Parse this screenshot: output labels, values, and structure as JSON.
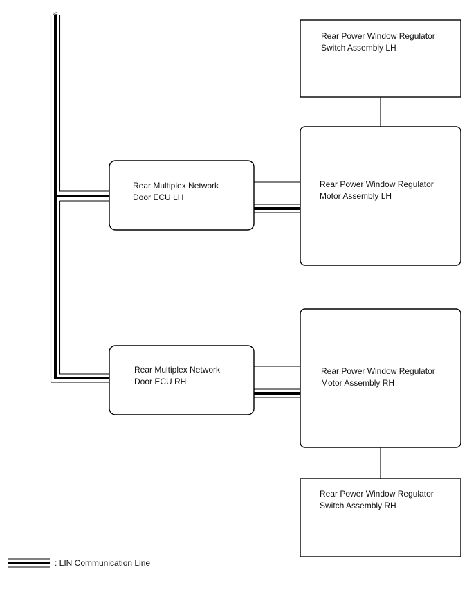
{
  "components": {
    "switch_lh": {
      "line1": "Rear Power Window Regulator",
      "line2": "Switch Assembly LH"
    },
    "motor_lh": {
      "line1": "Rear Power Window Regulator",
      "line2": "Motor Assembly LH"
    },
    "ecu_lh": {
      "line1": "Rear Multiplex Network",
      "line2": "Door ECU LH"
    },
    "ecu_rh": {
      "line1": "Rear Multiplex Network",
      "line2": "Door ECU RH"
    },
    "motor_rh": {
      "line1": "Rear Power Window Regulator",
      "line2": "Motor Assembly RH"
    },
    "switch_rh": {
      "line1": "Rear Power Window Regulator",
      "line2": "Switch Assembly RH"
    }
  },
  "legend": {
    "label": ": LIN Communication Line"
  },
  "break_symbol": "≈"
}
